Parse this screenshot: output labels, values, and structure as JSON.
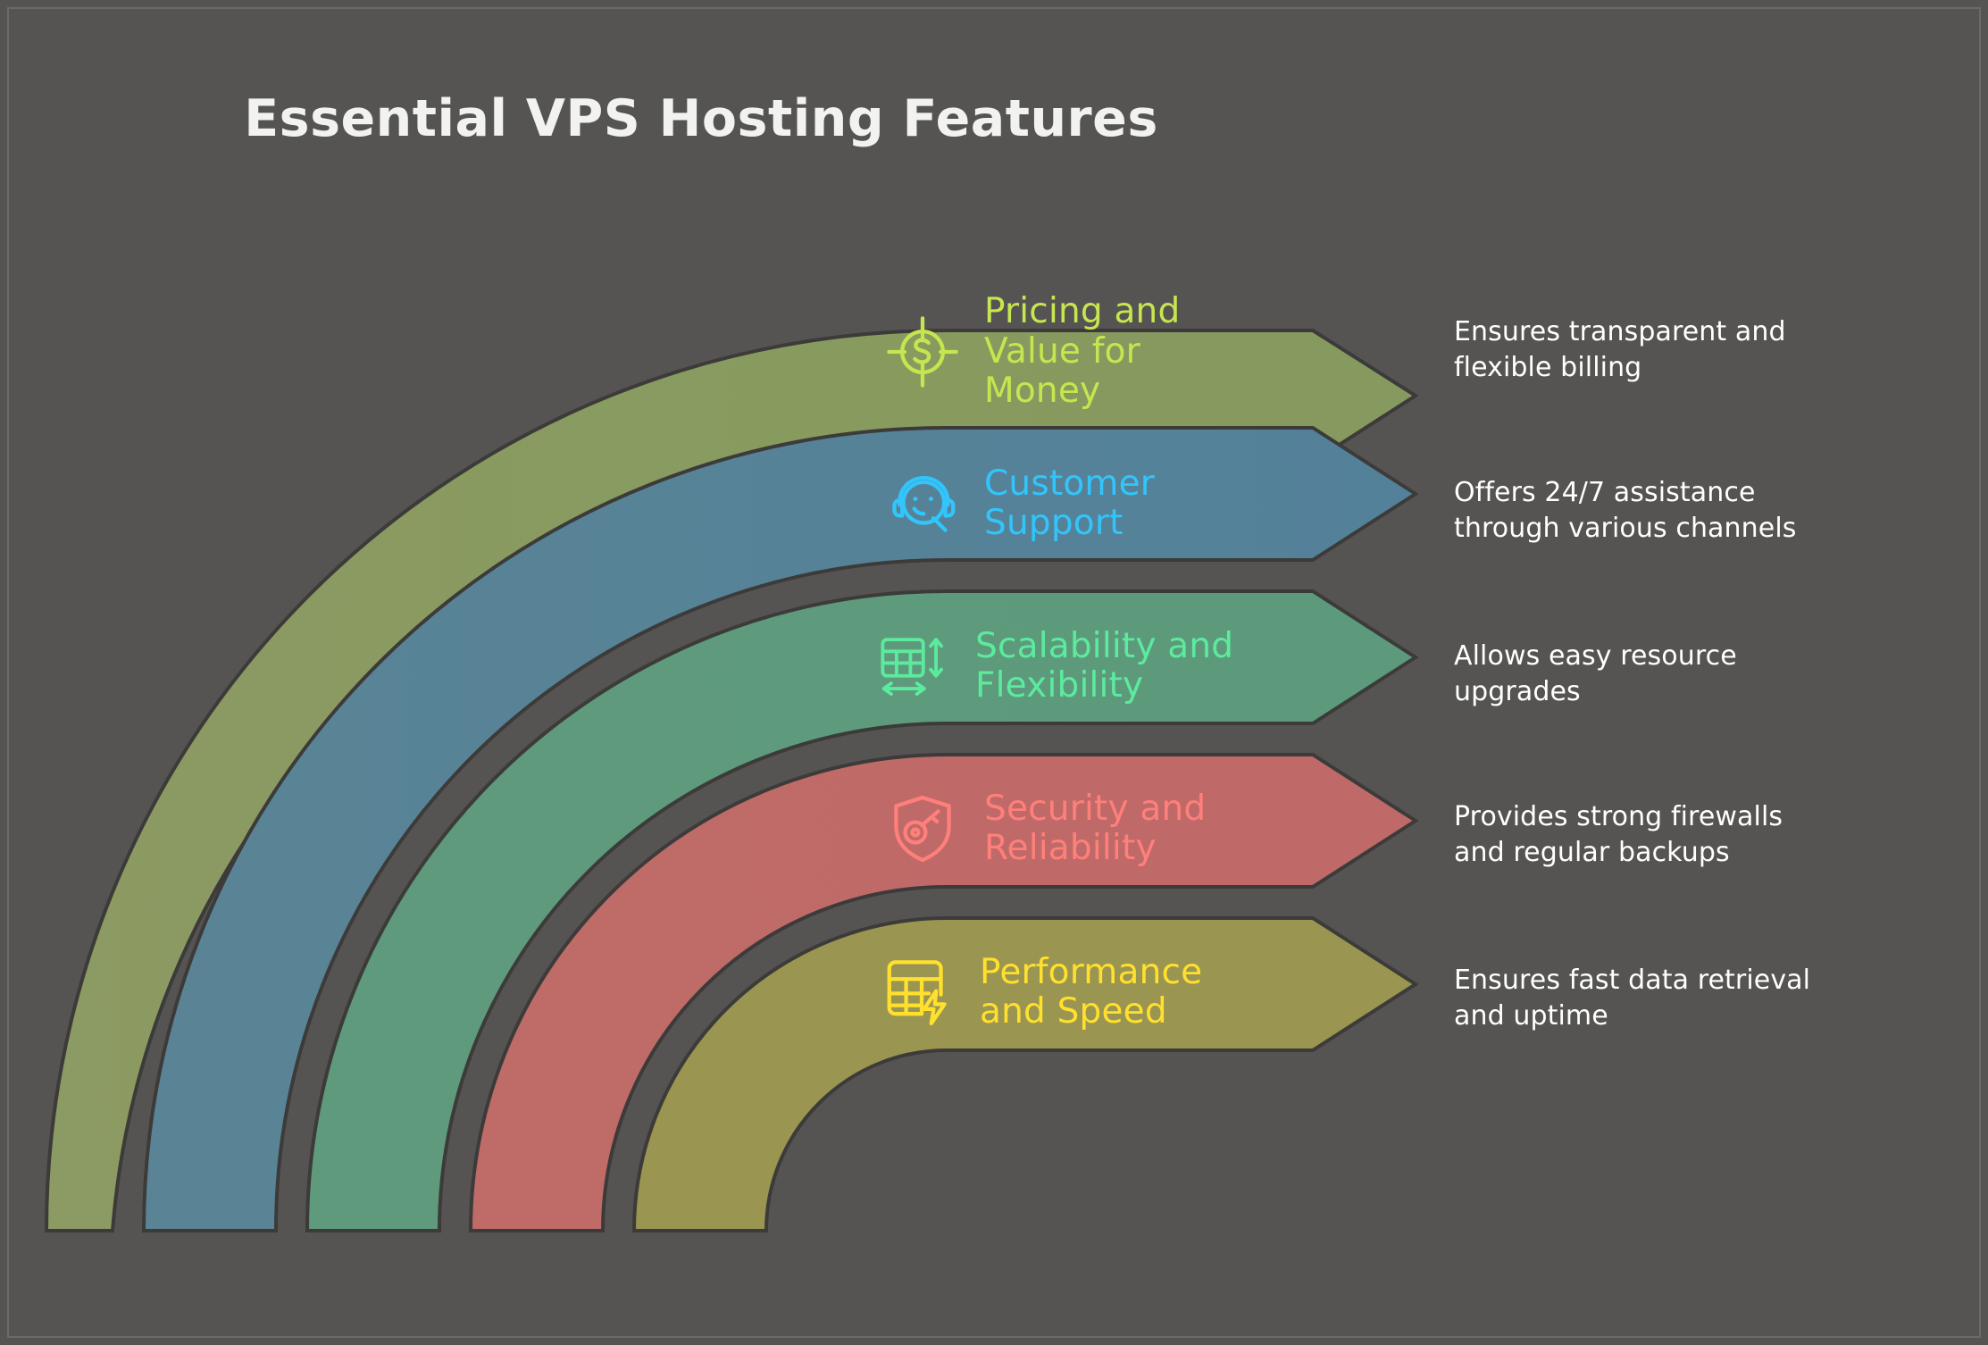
{
  "page": {
    "title": "Essential VPS Hosting Features",
    "background_color": "#555453",
    "title_color": "#f2f2f0",
    "border_color": "#6b6a68"
  },
  "chart_data": {
    "type": "diagram",
    "subtype": "concentric-arc-arrow-infographic",
    "title": "Essential VPS Hosting Features",
    "item_count": 5,
    "categories": [
      "Pricing and Value for Money",
      "Customer Support",
      "Scalability and Flexibility",
      "Security and Reliability",
      "Performance and Speed"
    ],
    "descriptions": [
      "Ensures transparent and flexible billing",
      "Offers 24/7 assistance through various channels",
      "Allows easy resource upgrades",
      "Provides strong firewalls and regular backups",
      "Ensures fast data retrieval and uptime"
    ],
    "band_colors": [
      "#869a5f",
      "#538199",
      "#5d9a7c",
      "#bf6a69",
      "#9a9550"
    ],
    "label_colors": [
      "#c6e54f",
      "#32c5fb",
      "#5ceb9e",
      "#ff7f7a",
      "#ffe02e"
    ],
    "legend": "none",
    "grid": false
  },
  "bands": [
    {
      "id": "pricing",
      "title": "Pricing and\nValue for\nMoney",
      "description": "Ensures transparent and\nflexible billing",
      "band_color": "#869a5f",
      "accent_color": "#c6e54f",
      "icon": "target-dollar-icon"
    },
    {
      "id": "support",
      "title": "Customer\nSupport",
      "description": "Offers 24/7 assistance\nthrough various channels",
      "band_color": "#538199",
      "accent_color": "#32c5fb",
      "icon": "headset-smiley-icon"
    },
    {
      "id": "scalability",
      "title": "Scalability and\nFlexibility",
      "description": "Allows easy resource\nupgrades",
      "band_color": "#5d9a7c",
      "accent_color": "#5ceb9e",
      "icon": "grid-resize-arrows-icon"
    },
    {
      "id": "security",
      "title": "Security and\nReliability",
      "description": "Provides strong firewalls\nand regular backups",
      "band_color": "#bf6a69",
      "accent_color": "#ff7f7a",
      "icon": "shield-key-icon"
    },
    {
      "id": "performance",
      "title": "Performance\nand Speed",
      "description": "Ensures fast data retrieval\nand uptime",
      "band_color": "#9a9550",
      "accent_color": "#ffe02e",
      "icon": "grid-lightning-icon"
    }
  ]
}
